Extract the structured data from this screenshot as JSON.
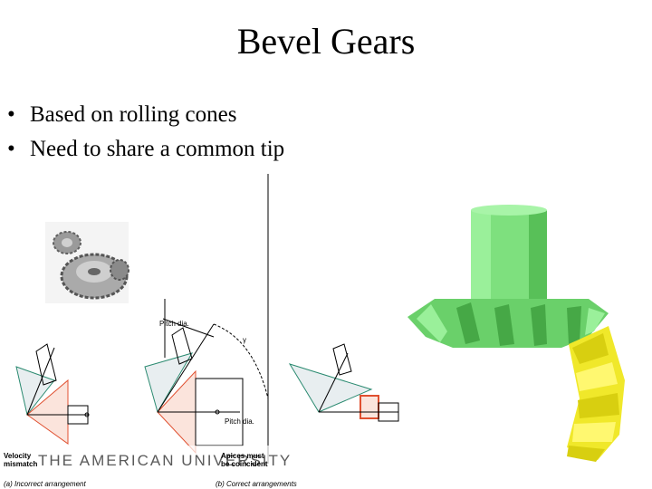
{
  "slide": {
    "title": "Bevel Gears",
    "bullets": [
      {
        "marker": "•",
        "text": "Based on rolling cones"
      },
      {
        "marker": "•",
        "text": "Need to share a common tip"
      }
    ]
  },
  "figure": {
    "labels": {
      "pitch_dia_top": "Pitch dia.",
      "pitch_dia_right": "Pitch dia.",
      "gamma": "γ",
      "velocity_mismatch_line1": "Velocity",
      "velocity_mismatch_line2": "mismatch",
      "apices_line1": "Apices must",
      "apices_line2": "be coincident",
      "caption_a": "(a)  Incorrect arrangement",
      "caption_b": "(b)  Correct arrangements"
    },
    "watermark": "THE AMERICAN UNIVERSITY"
  },
  "colors": {
    "pinion_green": "#7ee07e",
    "gear_yellow": "#f0e82a",
    "gear_red": "#e05030",
    "gear_teal": "#2a8a70"
  }
}
